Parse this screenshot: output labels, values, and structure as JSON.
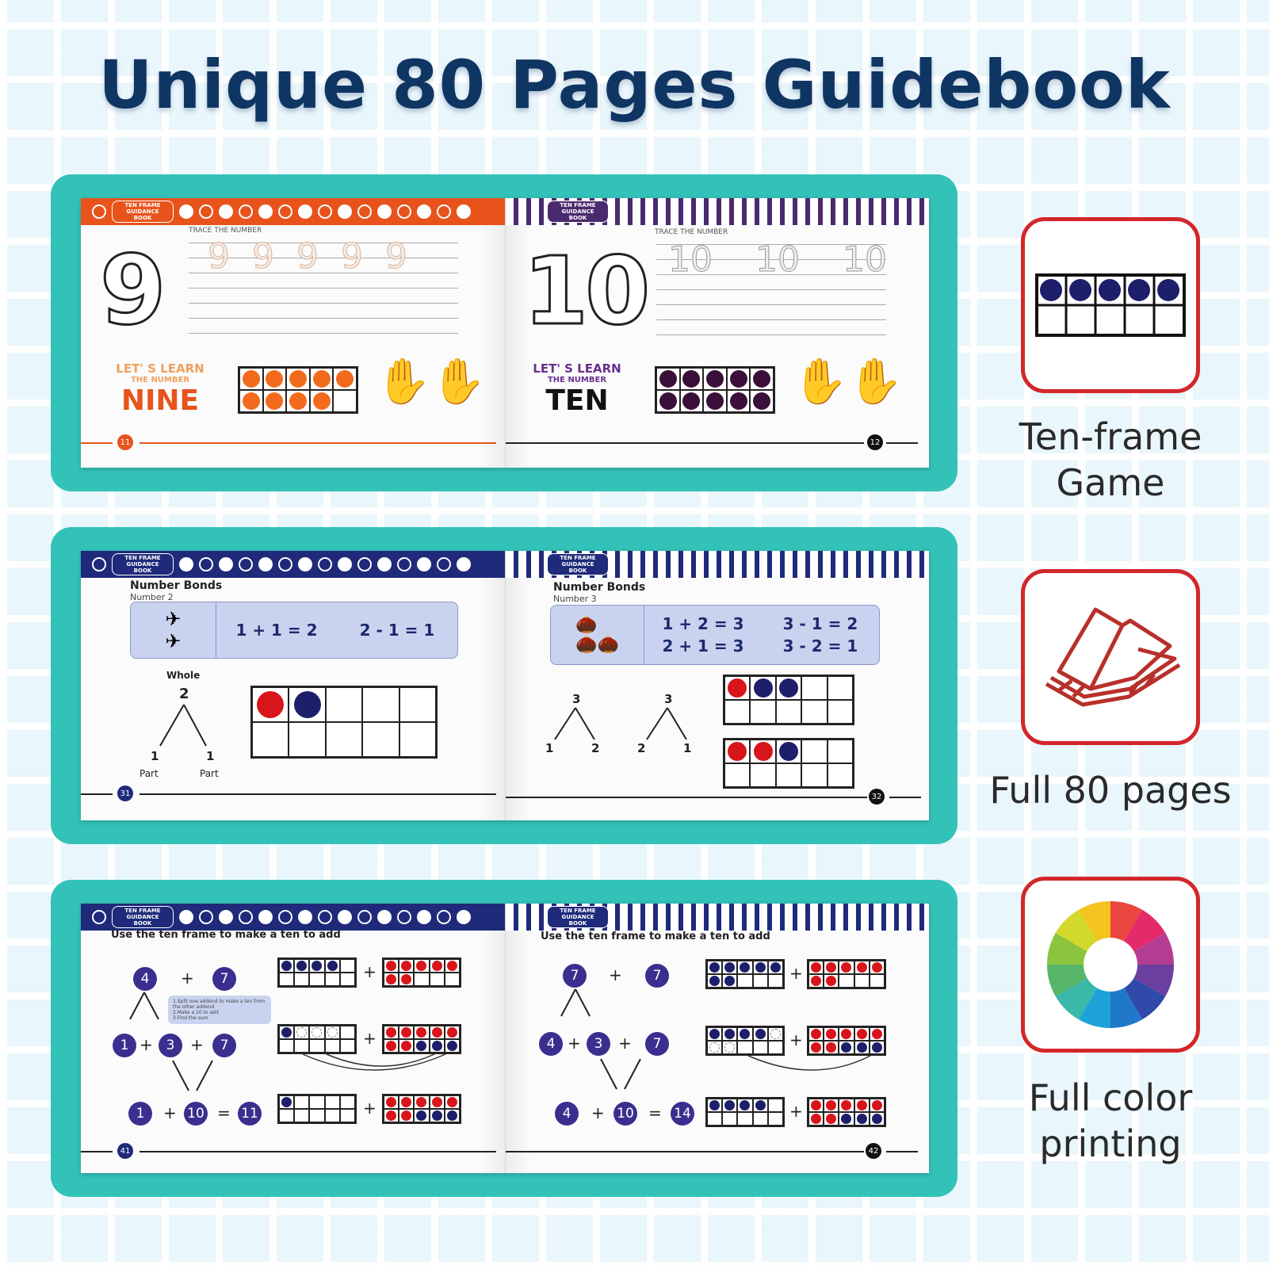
{
  "title": "Unique 80 Pages Guidebook",
  "book_tag": "TEN FRAME GUIDANCE BOOK",
  "panel1": {
    "left": {
      "trace": "TRACE THE NUMBER",
      "big_digit": "9",
      "trace_digits": [
        "9",
        "9",
        "9",
        "9",
        "9"
      ],
      "learn_line1": "LET' S LEARN",
      "learn_line2": "THE NUMBER",
      "learn_word": "NINE",
      "page_num": "11",
      "filled": 9,
      "dot_color": "#f26b1d",
      "accent": "#e8531c"
    },
    "right": {
      "trace": "TRACE THE NUMBER",
      "big_digit": "10",
      "trace_digits": [
        "10",
        "10",
        "10"
      ],
      "learn_line1": "LET' S LEARN",
      "learn_line2": "THE NUMBER",
      "learn_word": "TEN",
      "page_num": "12",
      "filled": 10,
      "dot_color": "#3a0f3a",
      "accent": "#6a2e8f"
    }
  },
  "panel2": {
    "left": {
      "title": "Number Bonds",
      "subtitle": "Number 2",
      "eqs": [
        "1 + 1 = 2",
        "2 - 1 = 1"
      ],
      "whole_label": "Whole",
      "whole": "2",
      "parts": [
        "1",
        "1"
      ],
      "part_label": "Part",
      "page_num": "31",
      "icon": "airplane-icon"
    },
    "right": {
      "title": "Number Bonds",
      "subtitle": "Number 3",
      "eqs": [
        "1 + 2 = 3",
        "3 - 1 = 2",
        "2 + 1 = 3",
        "3 - 2 = 1"
      ],
      "tree1": {
        "whole": "3",
        "parts": [
          "1",
          "2"
        ]
      },
      "tree2": {
        "whole": "3",
        "parts": [
          "2",
          "1"
        ]
      },
      "page_num": "32",
      "icon": "acorn-icon"
    }
  },
  "panel3": {
    "left": {
      "instruction": "Use the ten frame to make a ten to add",
      "row1": [
        "4",
        "+",
        "7"
      ],
      "row2": [
        "1",
        "+",
        "3",
        "+",
        "7"
      ],
      "row3": [
        "1",
        "+",
        "10",
        "=",
        "11"
      ],
      "hint": [
        "1.Split one addend to make a ten from the other addend",
        "2.Make a 10 to add",
        "3.Find the sum"
      ],
      "page_num": "41"
    },
    "right": {
      "instruction": "Use the ten frame to make a ten to add",
      "row1": [
        "7",
        "+",
        "7"
      ],
      "row2": [
        "4",
        "+",
        "3",
        "+",
        "7"
      ],
      "row3": [
        "4",
        "+",
        "10",
        "=",
        "14"
      ],
      "page_num": "42"
    }
  },
  "features": [
    {
      "label_l1": "Ten-frame",
      "label_l2": "Game",
      "icon": "ten-frame-icon"
    },
    {
      "label_l1": "Full 80 pages",
      "label_l2": "",
      "icon": "open-book-icon"
    },
    {
      "label_l1": "Full color",
      "label_l2": "printing",
      "icon": "color-wheel-icon"
    }
  ],
  "colors": {
    "teal": "#33c2b8",
    "navy": "#0f3563",
    "red_border": "#d3272a",
    "orange_banner": "#e8531c",
    "blue_banner": "#1f2a7a",
    "purple_checker": "#4a2a6e",
    "red_dot": "#d8151b",
    "blue_dot": "#1d1f6b"
  }
}
